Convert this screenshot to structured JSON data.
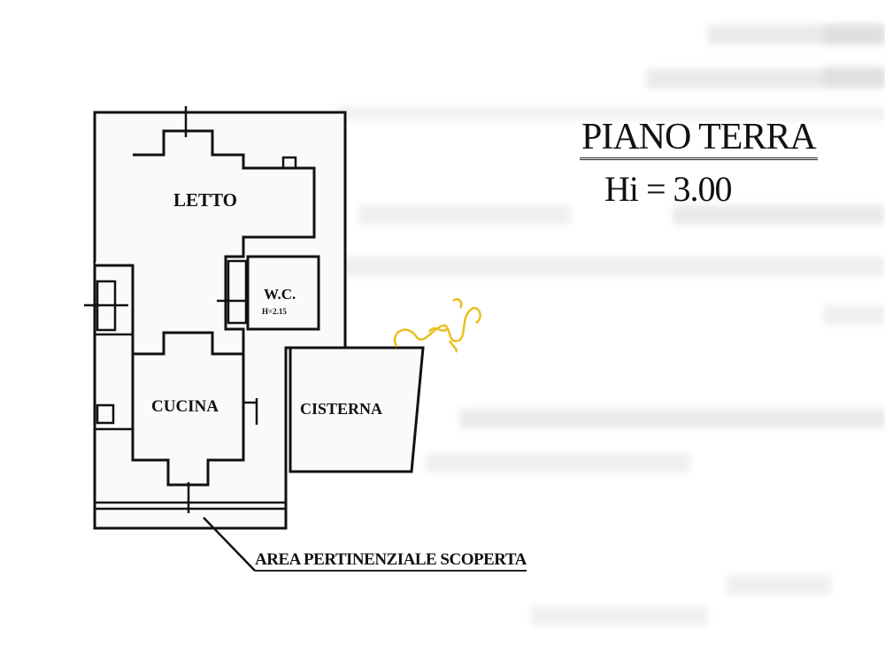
{
  "plan": {
    "title": "PIANO TERRA",
    "height_label": "Hi = 3.00",
    "rooms": {
      "letto": "LETTO",
      "wc": "W.C.",
      "wc_height": "H=2.15",
      "cucina": "CUCINA",
      "cisterna": "CISTERNA"
    },
    "outdoor_area": "AREA PERTINENZIALE SCOPERTA"
  },
  "colors": {
    "ink": "#111111",
    "signature": "#e8c020",
    "bleed": "#d8d8d8"
  }
}
